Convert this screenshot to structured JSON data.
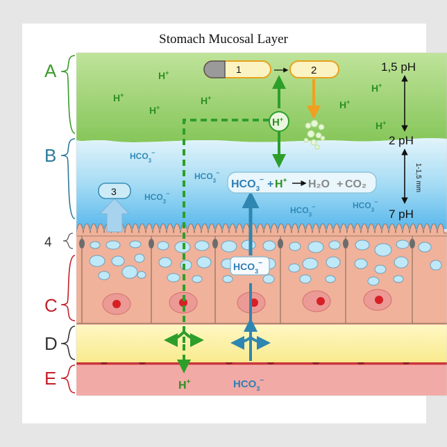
{
  "title": "Stomach Mucosal Layer",
  "labels": {
    "A": "A",
    "B": "B",
    "four": "4",
    "C": "C",
    "D": "D",
    "E": "E",
    "one": "1",
    "two": "2",
    "three": "3"
  },
  "ph": {
    "top": "1,5 pH",
    "mid": "2 pH",
    "bottom": "7 pH",
    "thickness": "1-1,5 mm"
  },
  "ions": {
    "h_base": "H",
    "plus": "+",
    "hco3_base": "HCO",
    "sub3": "3",
    "minus": "−"
  },
  "reaction": {
    "plus_sign": "+",
    "h2o": "H₂O",
    "co2": "CO₂",
    "plus2": "+"
  },
  "bottom_labels": {
    "h": "H",
    "hco3": "HCO"
  },
  "colors": {
    "green_layer": "#9ed16c",
    "blue_layer": "#8ed0ee",
    "cell_fill": "#f4b8a2",
    "yellow_layer": "#fbf2a4",
    "red_layer": "#f0a6a2",
    "proton_green": "#2e9e2a",
    "bicarb_blue": "#2f7fb5"
  }
}
